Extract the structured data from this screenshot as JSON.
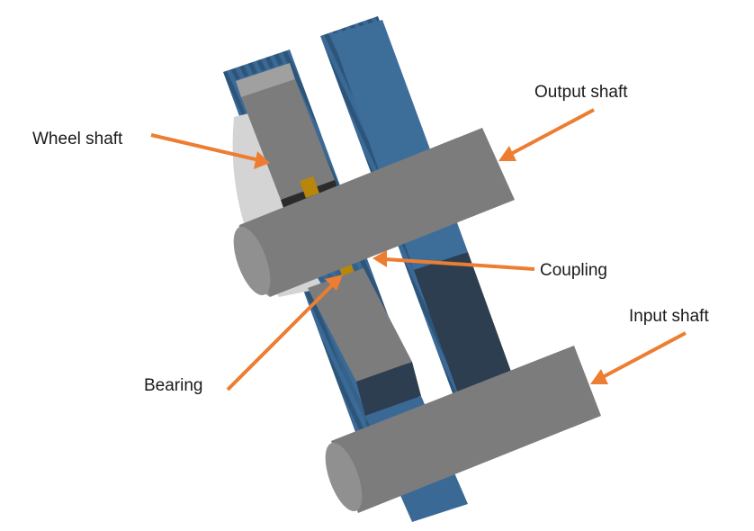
{
  "labels": {
    "wheel_shaft": "Wheel shaft",
    "output_shaft": "Output shaft",
    "coupling": "Coupling",
    "input_shaft": "Input shaft",
    "bearing": "Bearing"
  },
  "colors": {
    "arrow": "#ed7d31",
    "gear_front": "#3d6e99",
    "gear_dark": "#2c3e50",
    "gear_teeth": "#3b6996",
    "shaft_face": "#7c7c7c",
    "shaft_end": "#909090",
    "hub_face": "#d4d4d4",
    "bearing": "#b8860b"
  }
}
